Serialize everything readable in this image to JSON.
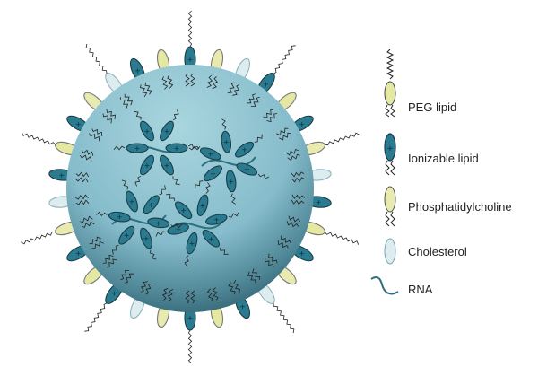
{
  "legend": {
    "items": [
      {
        "label": "PEG lipid",
        "icon": "peg-lipid-icon",
        "color": "#e4e8a3"
      },
      {
        "label": "Ionizable lipid",
        "icon": "ionizable-lipid-icon",
        "color": "#2a7b8f"
      },
      {
        "label": "Phosphatidylcholine",
        "icon": "phosphatidylcholine-icon",
        "color": "#e9eab0"
      },
      {
        "label": "Cholesterol",
        "icon": "cholesterol-icon",
        "color": "#dcecef"
      },
      {
        "label": "RNA",
        "icon": "rna-icon",
        "color": "#2e6f7d"
      }
    ],
    "ionizable_mark": "+"
  },
  "colors": {
    "sphere_light": "#9fcdd6",
    "sphere_dark": "#1f4d5a",
    "ionizable": "#2a7b8f",
    "peg": "#e4e8a3",
    "phosphatidylcholine": "#e9eab0",
    "cholesterol": "#dcecef"
  }
}
